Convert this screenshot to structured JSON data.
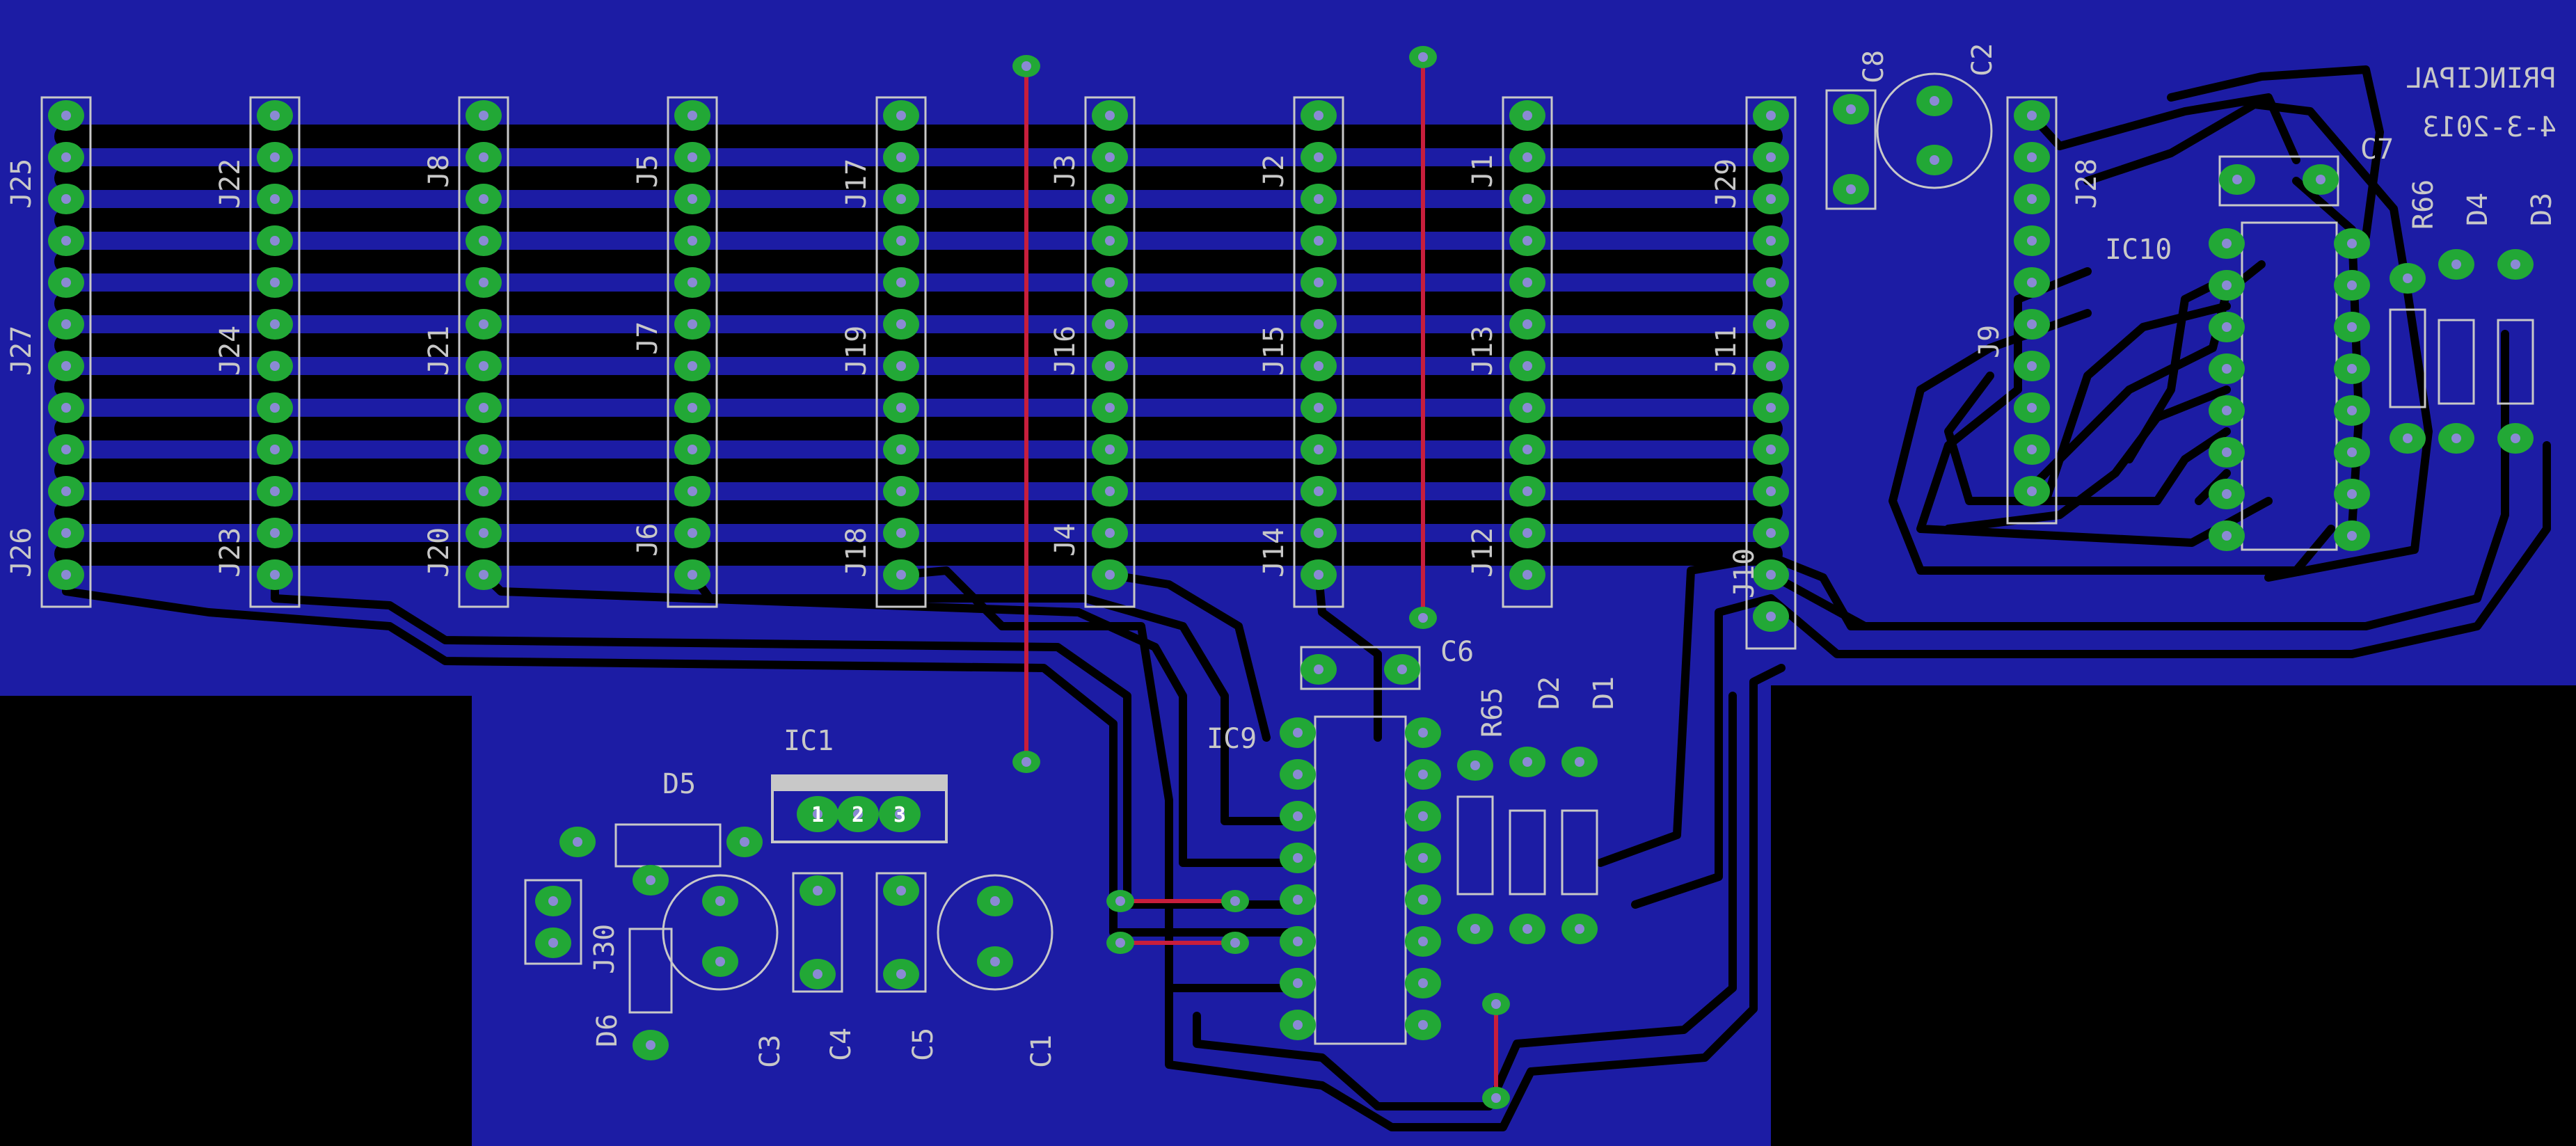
{
  "board": {
    "board_title": "PRINCIPAL",
    "board_date": "4-3-2013",
    "colors": {
      "copper_fill": "#1c1ca4",
      "trace": "#000000",
      "pad": "#22a836",
      "via_hole": "#8a8ad4",
      "silkscreen": "#c8c8c8",
      "top_trace": "#c81e3c",
      "background": "#000000"
    }
  },
  "connectors": [
    {
      "label": "J25"
    },
    {
      "label": "J27"
    },
    {
      "label": "J26"
    },
    {
      "label": "J22"
    },
    {
      "label": "J24"
    },
    {
      "label": "J23"
    },
    {
      "label": "J8"
    },
    {
      "label": "J21"
    },
    {
      "label": "J20"
    },
    {
      "label": "J5"
    },
    {
      "label": "J7"
    },
    {
      "label": "J6"
    },
    {
      "label": "J17"
    },
    {
      "label": "J19"
    },
    {
      "label": "J18"
    },
    {
      "label": "J3"
    },
    {
      "label": "J16"
    },
    {
      "label": "J4"
    },
    {
      "label": "J2"
    },
    {
      "label": "J15"
    },
    {
      "label": "J14"
    },
    {
      "label": "J1"
    },
    {
      "label": "J13"
    },
    {
      "label": "J12"
    },
    {
      "label": "J29"
    },
    {
      "label": "J11"
    },
    {
      "label": "J10"
    },
    {
      "label": "J28"
    },
    {
      "label": "J9"
    },
    {
      "label": "J30"
    }
  ],
  "components": {
    "C1": "C1",
    "C2": "C2",
    "C3": "C3",
    "C4": "C4",
    "C5": "C5",
    "C6": "C6",
    "C7": "C7",
    "C8": "C8",
    "D1": "D1",
    "D2": "D2",
    "D3": "D3",
    "D4": "D4",
    "D5": "D5",
    "D6": "D6",
    "R65": "R65",
    "R66": "R66",
    "IC1": "IC1",
    "IC9": "IC9",
    "IC10": "IC10",
    "ic1_pins": [
      "1",
      "2",
      "3"
    ]
  }
}
